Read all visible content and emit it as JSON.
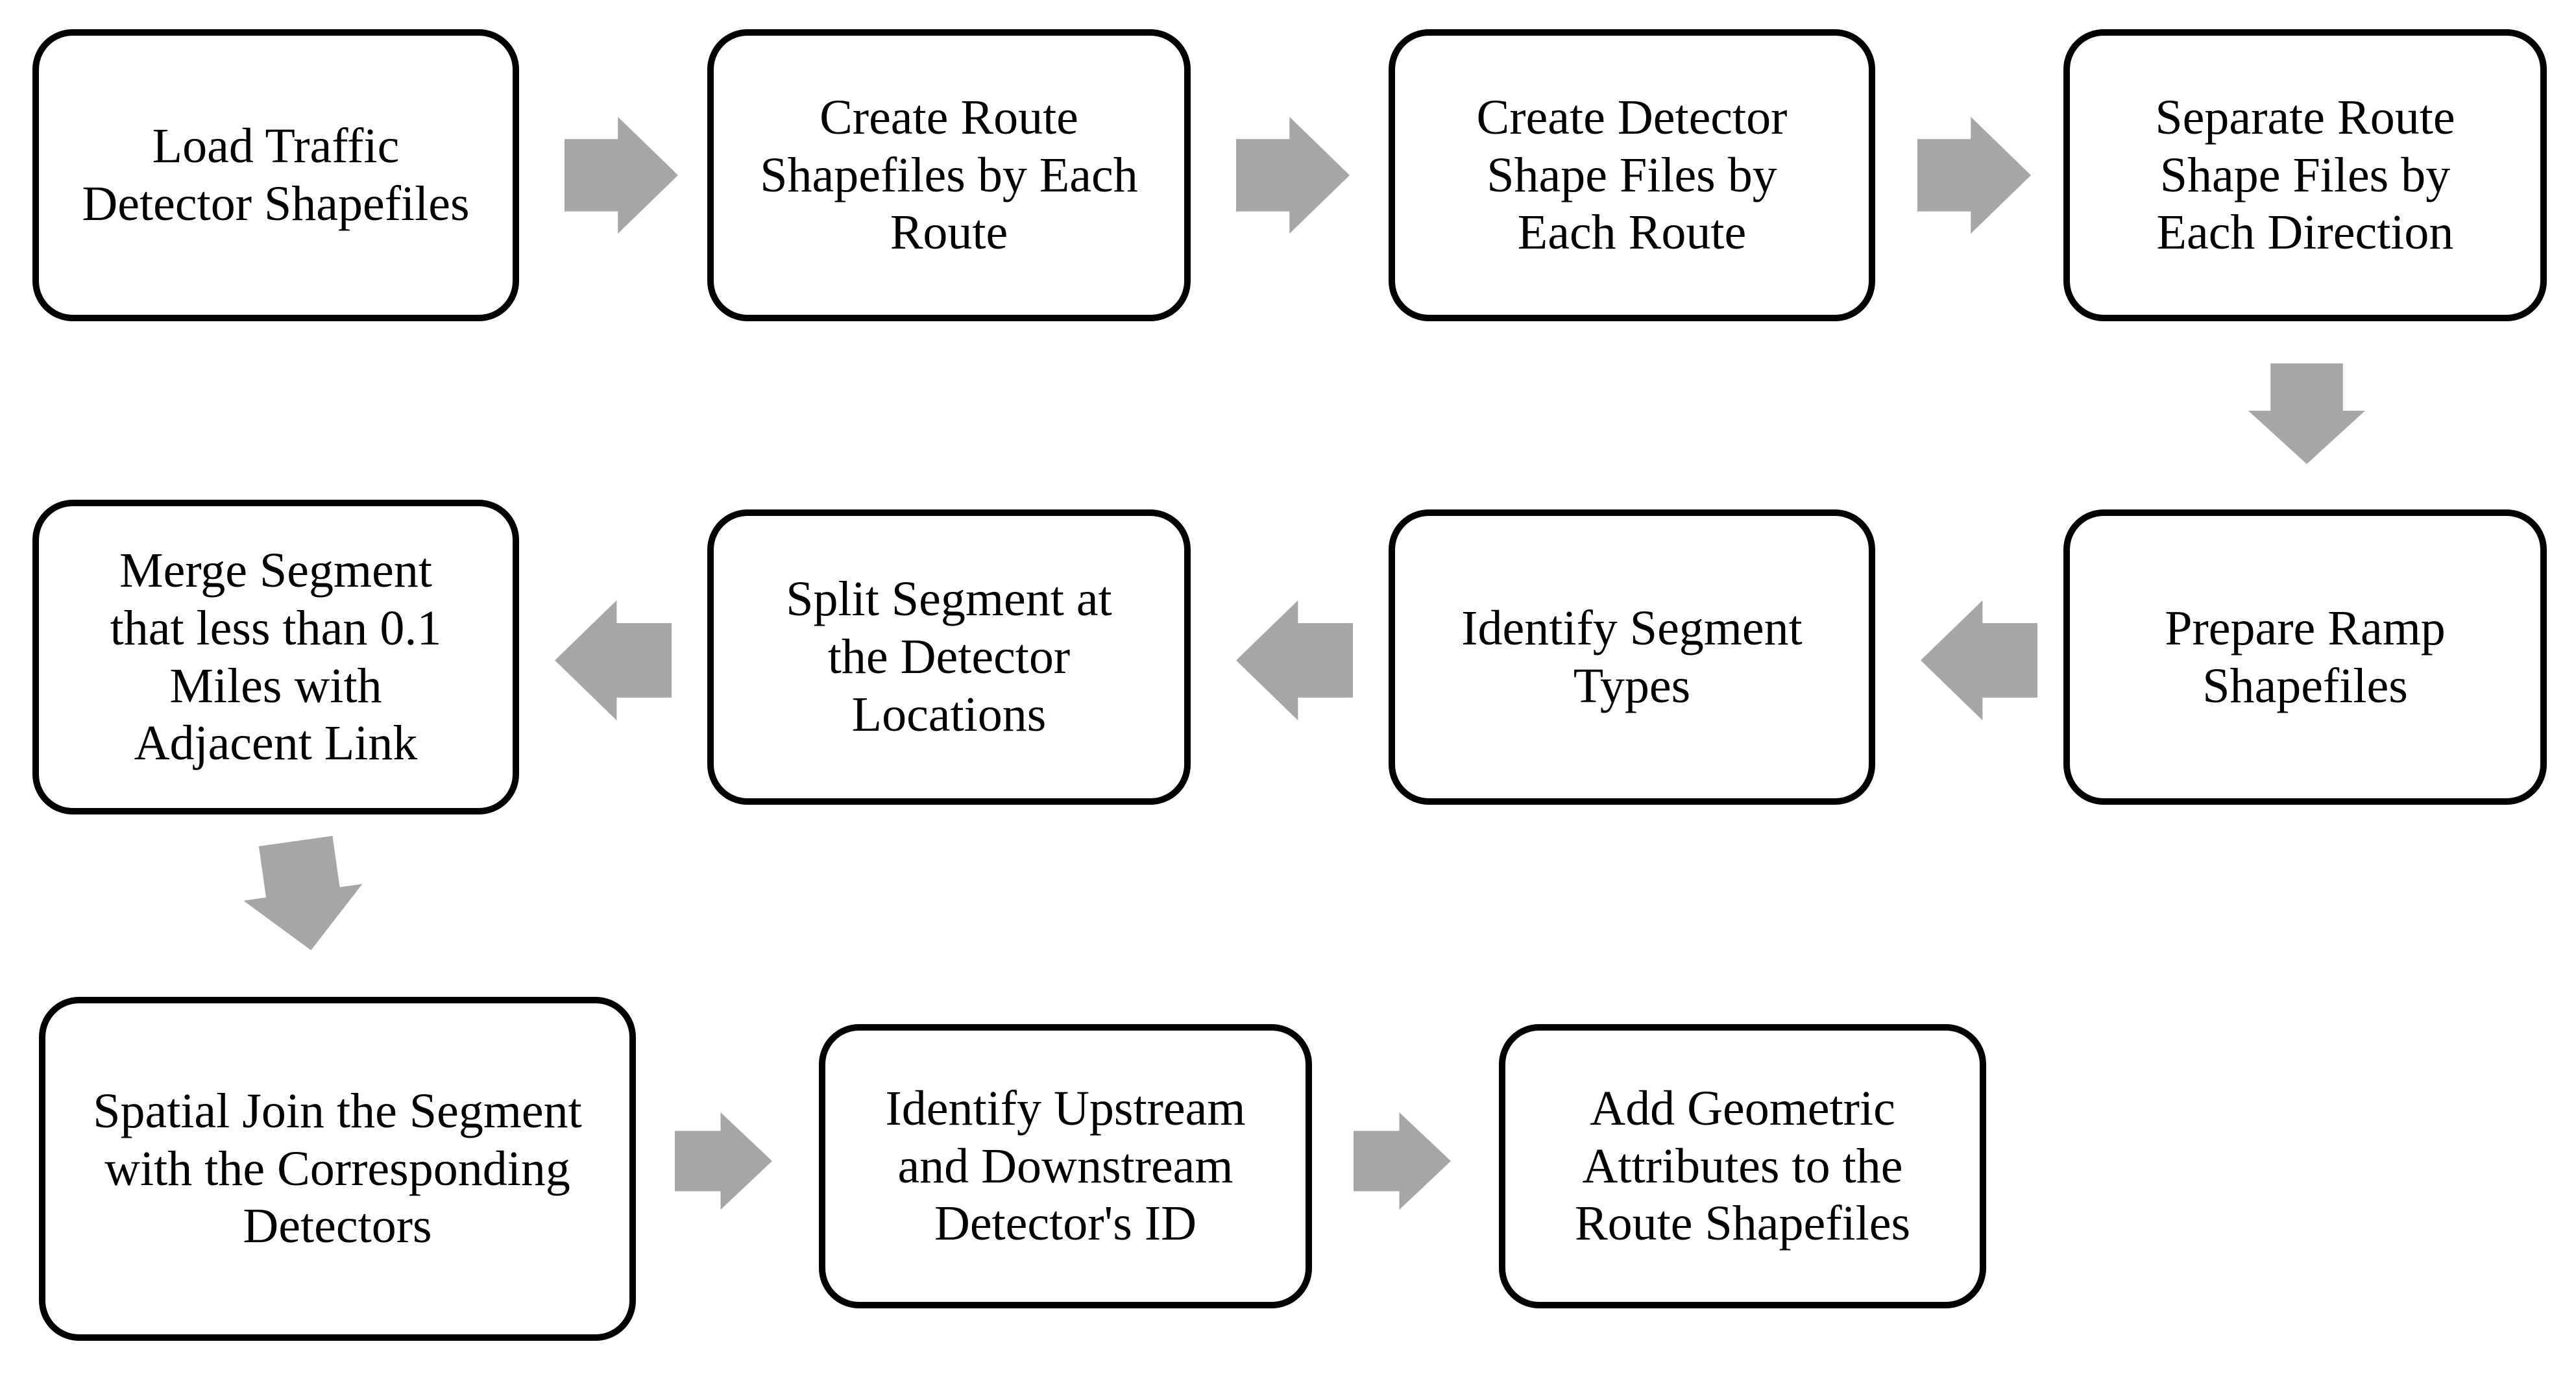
{
  "diagram": {
    "nodes": [
      {
        "id": 1,
        "label": "Load Traffic\nDetector Shapefiles"
      },
      {
        "id": 2,
        "label": "Create Route\nShapefiles by Each\nRoute"
      },
      {
        "id": 3,
        "label": "Create Detector\nShape Files by\nEach Route"
      },
      {
        "id": 4,
        "label": "Separate Route\nShape Files by\nEach Direction"
      },
      {
        "id": 5,
        "label": "Prepare Ramp\nShapefiles"
      },
      {
        "id": 6,
        "label": "Identify Segment\nTypes"
      },
      {
        "id": 7,
        "label": "Split Segment at\nthe Detector\nLocations"
      },
      {
        "id": 8,
        "label": "Merge Segment\nthat less than 0.1\nMiles with\nAdjacent Link"
      },
      {
        "id": 9,
        "label": "Spatial Join the Segment\nwith the Corresponding\nDetectors"
      },
      {
        "id": 10,
        "label": "Identify Upstream\nand Downstream\nDetector's ID"
      },
      {
        "id": 11,
        "label": "Add Geometric\nAttributes to the\nRoute Shapefiles"
      }
    ],
    "flow": [
      "1->2",
      "2->3",
      "3->4",
      "4->5",
      "5->6",
      "6->7",
      "7->8",
      "8->9",
      "9->10",
      "10->11"
    ],
    "colors": {
      "arrow": "#a6a6a6",
      "box_border": "#000000",
      "box_fill": "#ffffff",
      "text": "#000000",
      "background": "#ffffff"
    }
  }
}
